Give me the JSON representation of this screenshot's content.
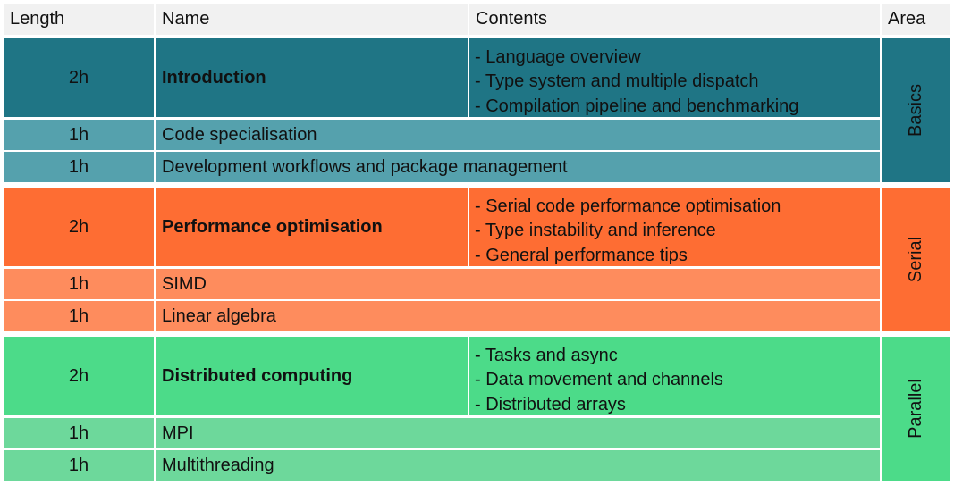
{
  "headers": {
    "length": "Length",
    "name": "Name",
    "contents": "Contents",
    "area": "Area"
  },
  "sections": [
    {
      "area": "Basics",
      "colors": {
        "main": "#1f7585",
        "sub": "#55a1ad",
        "area": "#1f7585"
      },
      "main": {
        "length": "2h",
        "name": "Introduction",
        "contents": [
          "- Language overview",
          "- Type system and multiple dispatch",
          "- Compilation pipeline and benchmarking"
        ]
      },
      "rows": [
        {
          "length": "1h",
          "name": "Code specialisation"
        },
        {
          "length": "1h",
          "name": "Development workflows and package management"
        }
      ]
    },
    {
      "area": "Serial",
      "colors": {
        "main": "#fe6d33",
        "sub": "#fe8c5d",
        "area": "#fe6d33"
      },
      "main": {
        "length": "2h",
        "name": "Performance optimisation",
        "contents": [
          "- Serial code performance optimisation",
          "- Type instability and inference",
          "- General performance tips"
        ]
      },
      "rows": [
        {
          "length": "1h",
          "name": "SIMD"
        },
        {
          "length": "1h",
          "name": "Linear algebra"
        }
      ]
    },
    {
      "area": "Parallel",
      "colors": {
        "main": "#4cdb89",
        "sub": "#6dd89b",
        "area": "#4cdb89"
      },
      "main": {
        "length": "2h",
        "name": "Distributed computing",
        "contents": [
          "- Tasks and async",
          "- Data movement and channels",
          "- Distributed arrays"
        ]
      },
      "rows": [
        {
          "length": "1h",
          "name": "MPI"
        },
        {
          "length": "1h",
          "name": "Multithreading"
        }
      ]
    }
  ]
}
